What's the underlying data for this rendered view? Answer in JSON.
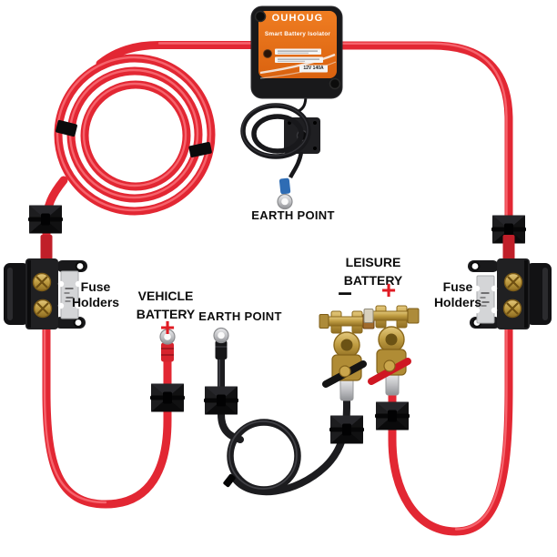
{
  "device": {
    "brand": "OUHOUG",
    "name": "Smart Battery Isolator",
    "rating": "12V 140A"
  },
  "labels": {
    "earth_point_top": "EARTH POINT",
    "earth_point_mid": "EARTH POINT",
    "fuse_holders_left": {
      "line1": "Fuse",
      "line2": "Holders"
    },
    "fuse_holders_right": {
      "line1": "Fuse",
      "line2": "Holders"
    },
    "vehicle_battery": {
      "line1": "VEHICLE",
      "line2": "BATTERY",
      "polarity": "+"
    },
    "leisure_battery": {
      "line1": "LEISURE",
      "line2": "BATTERY",
      "neg": "–",
      "pos": "+"
    }
  },
  "components": {
    "isolator": "smart-battery-isolator-module",
    "positive_cables": "red-positive-cables",
    "negative_cables": "black-earth-cables",
    "fuse_holders": "inline-fuse-holders-with-spare-fuses",
    "clamps": "cable-mount-clamp-pads-with-zip-ties",
    "terminals": "brass-leisure-battery-terminal-clamps",
    "ring_lugs": "ring-terminal-lugs"
  },
  "colors": {
    "positive_cable": "#e22733",
    "negative_cable": "#1c1c1f",
    "isolator_panel": "#e4701e",
    "brass": "#bf9c41",
    "earth_crimp_blue": "#2e6cb4",
    "label_text": "#0d0d0d",
    "polarity_red": "#e01c24"
  }
}
